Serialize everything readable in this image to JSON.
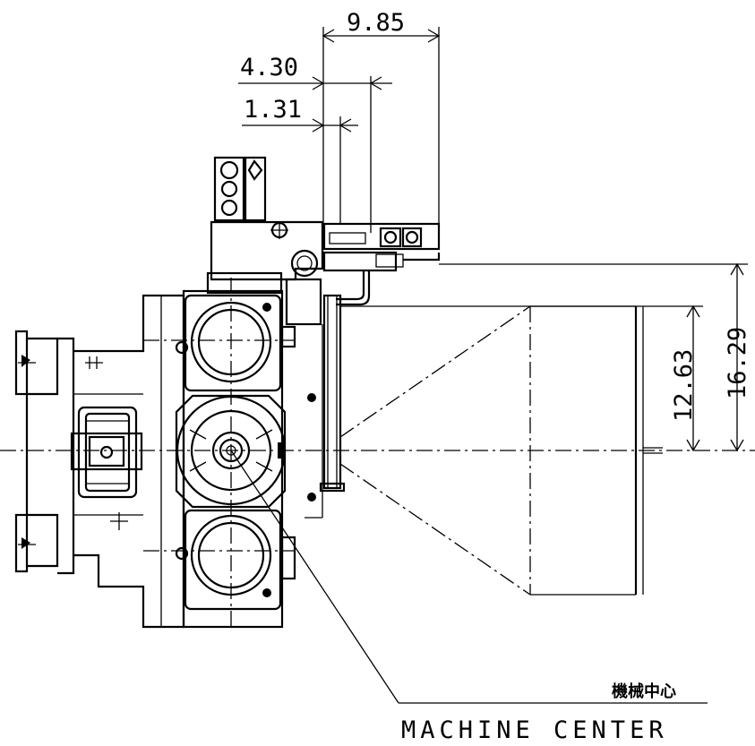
{
  "dimensions": {
    "d1": "9.85",
    "d2": "4.30",
    "d3": "1.31",
    "d4": "12.63",
    "d5": "16.29"
  },
  "labels": {
    "machine_center_jp": "機械中心",
    "machine_center_en": "MACHINE CENTER"
  }
}
